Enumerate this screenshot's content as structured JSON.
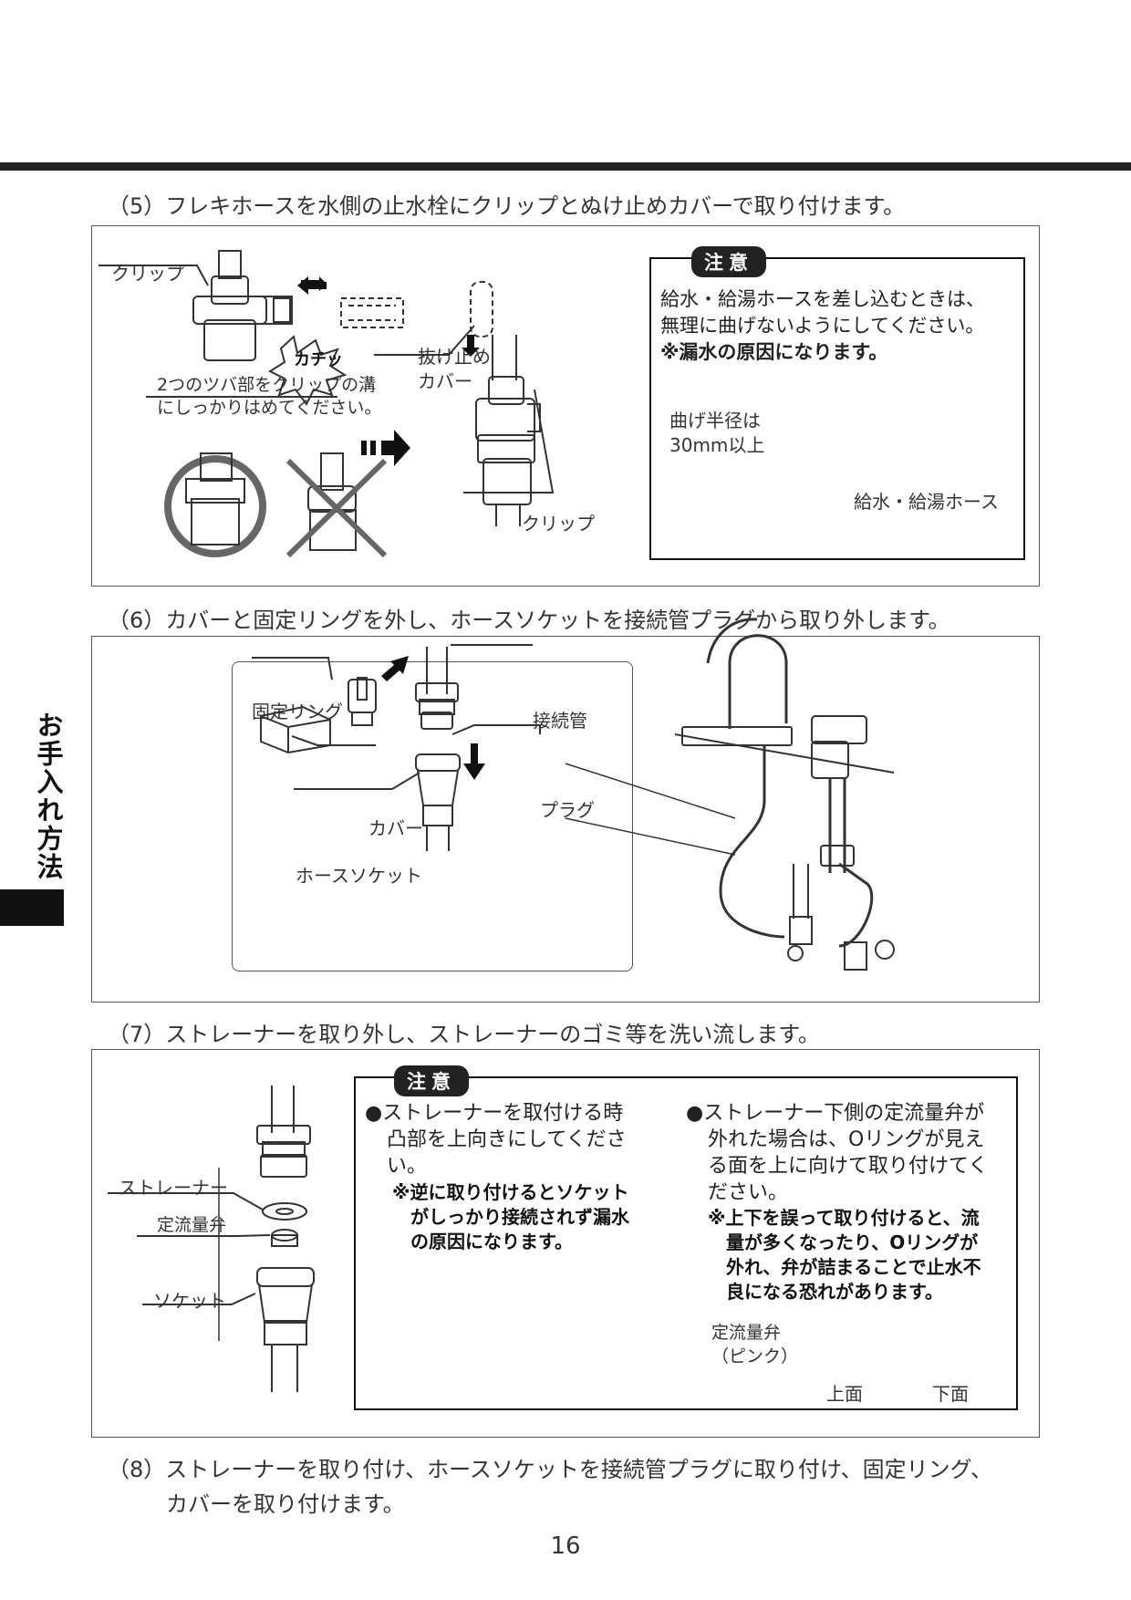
{
  "sidebar": {
    "section_label": "お手入れ方法"
  },
  "steps": {
    "s5": "（5）フレキホースを水側の止水栓にクリップとぬけ止めカバーで取り付けます。",
    "s6": "（6）カバーと固定リングを外し、ホースソケットを接続管プラグから取り外します。",
    "s7": "（7）ストレーナーを取り外し、ストレーナーのゴミ等を洗い流します。",
    "s8_line1": "（8）ストレーナーを取り付け、ホースソケットを接続管プラグに取り付け、固定リング、",
    "s8_line2": "カバーを取り付けます。"
  },
  "fig5": {
    "clip_label": "クリップ",
    "click_sound": "カチッ",
    "tsuba_note_line1": "2つのツバ部をクリップの溝",
    "tsuba_note_line2": "にしっかりはめてください。",
    "cover_label_line1": "抜け止め",
    "cover_label_line2": "カバー",
    "clip_label2": "クリップ",
    "caution": {
      "badge": "注意",
      "line1": "給水・給湯ホースを差し込むときは、",
      "line2": "無理に曲げないようにしてください。",
      "bold": "※漏水の原因になります。",
      "radius_line1": "曲げ半径は",
      "radius_line2": "30mm以上",
      "hose_label": "給水・給湯ホース"
    }
  },
  "fig6": {
    "ring_label": "固定リング",
    "pipe_label": "接続管",
    "plug_label": "プラグ",
    "cover_label": "カバー",
    "socket_label": "ホースソケット"
  },
  "fig7": {
    "strainer_label": "ストレーナー",
    "valve_label": "定流量弁",
    "socket_label": "ソケット",
    "caution": {
      "badge": "注意",
      "left_line1": "●ストレーナーを取付ける時",
      "left_line2": "凸部を上向きにしてくださ",
      "left_line3": "い。",
      "left_bold1": "※逆に取り付けるとソケット",
      "left_bold2": "がしっかり接続されず漏水",
      "left_bold3": "の原因になります。",
      "right_line1": "●ストレーナー下側の定流量弁が",
      "right_line2": "外れた場合は、Oリングが見え",
      "right_line3": "る面を上に向けて取り付けてく",
      "right_line4": "ださい。",
      "right_bold1": "※上下を誤って取り付けると、流",
      "right_bold2": "量が多くなったり、Oリングが",
      "right_bold3": "外れ、弁が詰まることで止水不",
      "right_bold4": "良になる恐れがあります。",
      "valve_label_line1": "定流量弁",
      "valve_label_line2": "（ピンク）",
      "top_label": "上面",
      "bottom_label": "下面"
    }
  },
  "page_number": "16"
}
